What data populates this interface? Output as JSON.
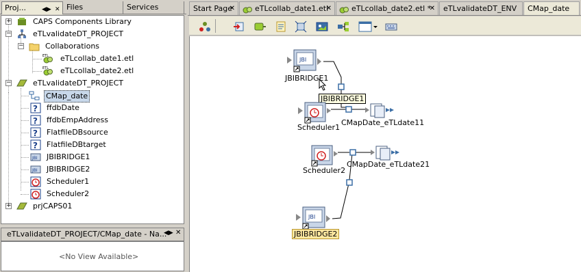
{
  "left_tabs": [
    {
      "label": "Proj..."
    },
    {
      "label": "Files"
    },
    {
      "label": "Services"
    }
  ],
  "tree": {
    "items": [
      {
        "label": "CAPS Components Library"
      },
      {
        "label": "eTLvalidateDT_PROJECT"
      },
      {
        "label": "Collaborations"
      },
      {
        "label": "eTLcollab_date1.etl"
      },
      {
        "label": "eTLcollab_date2.etl"
      },
      {
        "label": "eTLvalidateDT_PROJECT"
      },
      {
        "label": "CMap_date"
      },
      {
        "label": "ffdbDate"
      },
      {
        "label": "ffdbEmpAddress"
      },
      {
        "label": "FlatfileDBsource"
      },
      {
        "label": "FlatfileDBtarget"
      },
      {
        "label": "JBIBRIDGE1"
      },
      {
        "label": "JBIBRIDGE2"
      },
      {
        "label": "Scheduler1"
      },
      {
        "label": "Scheduler2"
      },
      {
        "label": "prjCAPS01"
      }
    ]
  },
  "navigator": {
    "title": "eTLvalidateDT_PROJECT/CMap_date - Na...",
    "empty_text": "<No View Available>"
  },
  "editor_tabs": [
    {
      "label": "Start Page"
    },
    {
      "label": "eTLcollab_date1.etl"
    },
    {
      "label": "eTLcollab_date2.etl *"
    },
    {
      "label": "eTLvalidateDT_ENV"
    },
    {
      "label": "CMap_date"
    }
  ],
  "canvas": {
    "nodes": [
      {
        "label": "JBIBRIDGE1"
      },
      {
        "label": "Scheduler1"
      },
      {
        "label": "CMapDate_eTLdate11"
      },
      {
        "label": "Scheduler2"
      },
      {
        "label": "CMapDate_eTLdate21"
      },
      {
        "label": "JBIBRIDGE2"
      }
    ],
    "tooltip": "JBIBRIDGE1"
  },
  "colors": {
    "selection": "#c8d8ea",
    "tooltip_bg": "#ffffe1",
    "highlight_label": "#ffe8a0",
    "connector": "#3b6ea5"
  }
}
